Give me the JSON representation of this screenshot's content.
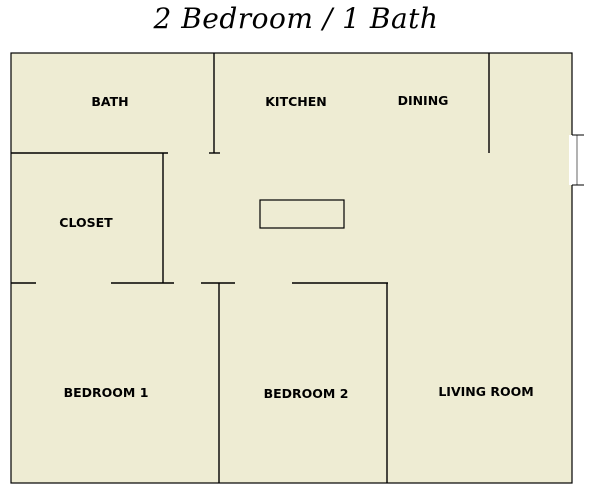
{
  "title": "2 Bedroom / 1 Bath",
  "colors": {
    "floor": "#eeecd3",
    "walls": "#000000",
    "background": "#ffffff"
  },
  "rooms": {
    "bath": "BATH",
    "kitchen": "KITCHEN",
    "dining": "DINING",
    "closet": "CLOSET",
    "bedroom1": "BEDROOM 1",
    "bedroom2": "BEDROOM 2",
    "living": "LIVING ROOM"
  }
}
